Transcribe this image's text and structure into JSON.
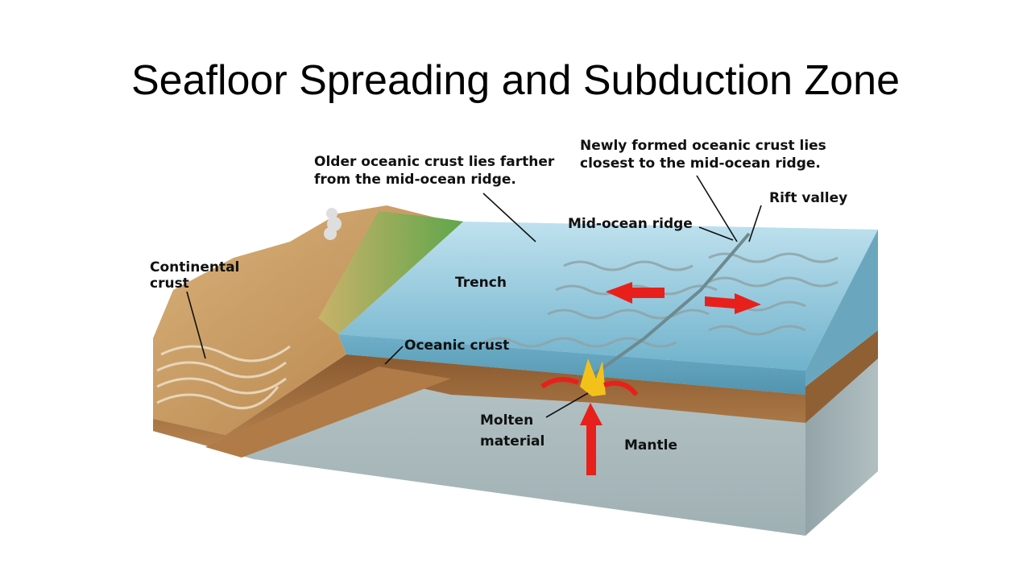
{
  "title": "Seafloor Spreading and Subduction Zone",
  "labels": {
    "continental_crust": [
      "Continental",
      "crust"
    ],
    "older_crust": [
      "Older oceanic crust lies farther",
      "from the mid-ocean ridge."
    ],
    "newer_crust": [
      "Newly formed oceanic crust lies",
      "closest to the mid-ocean ridge."
    ],
    "rift_valley": "Rift valley",
    "mid_ocean_ridge": "Mid-ocean ridge",
    "trench": "Trench",
    "oceanic_crust": "Oceanic crust",
    "molten_material": [
      "Molten",
      "material"
    ],
    "mantle": "Mantle"
  },
  "colors": {
    "ocean": "#8cc6da",
    "ocean_deep": "#4f9dbb",
    "crust": "#a0703f",
    "mantle": "#a9b7b9",
    "continent": "#c89a5c",
    "vegetation": "#6fae4e",
    "arrow": "#e8201c",
    "magma": "#f2c21b"
  }
}
